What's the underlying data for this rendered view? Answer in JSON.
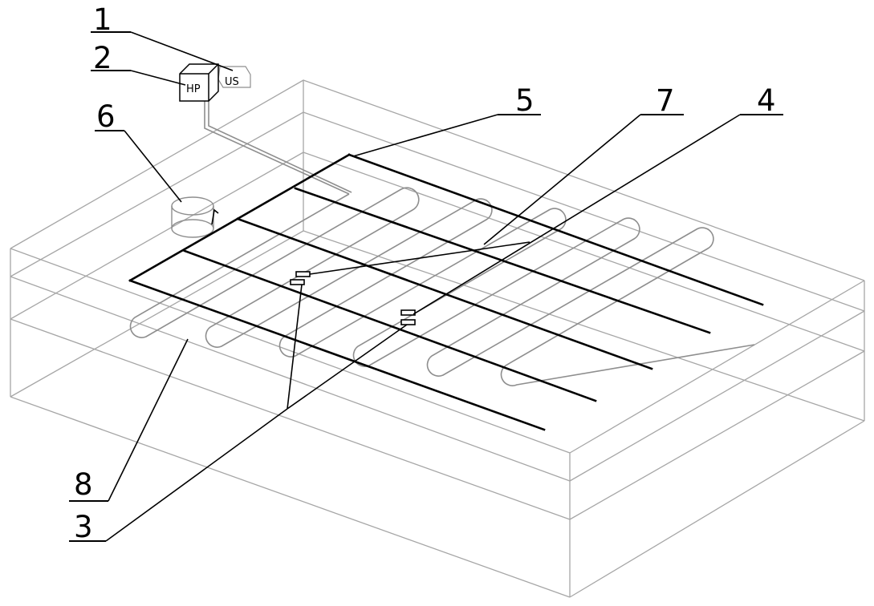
{
  "units": {
    "us": "US",
    "hp": "HP"
  },
  "callouts": [
    {
      "id": "1",
      "text": "1"
    },
    {
      "id": "2",
      "text": "2"
    },
    {
      "id": "3",
      "text": "3"
    },
    {
      "id": "4",
      "text": "4"
    },
    {
      "id": "5",
      "text": "5"
    },
    {
      "id": "6",
      "text": "6"
    },
    {
      "id": "7",
      "text": "7"
    },
    {
      "id": "8",
      "text": "8"
    }
  ]
}
